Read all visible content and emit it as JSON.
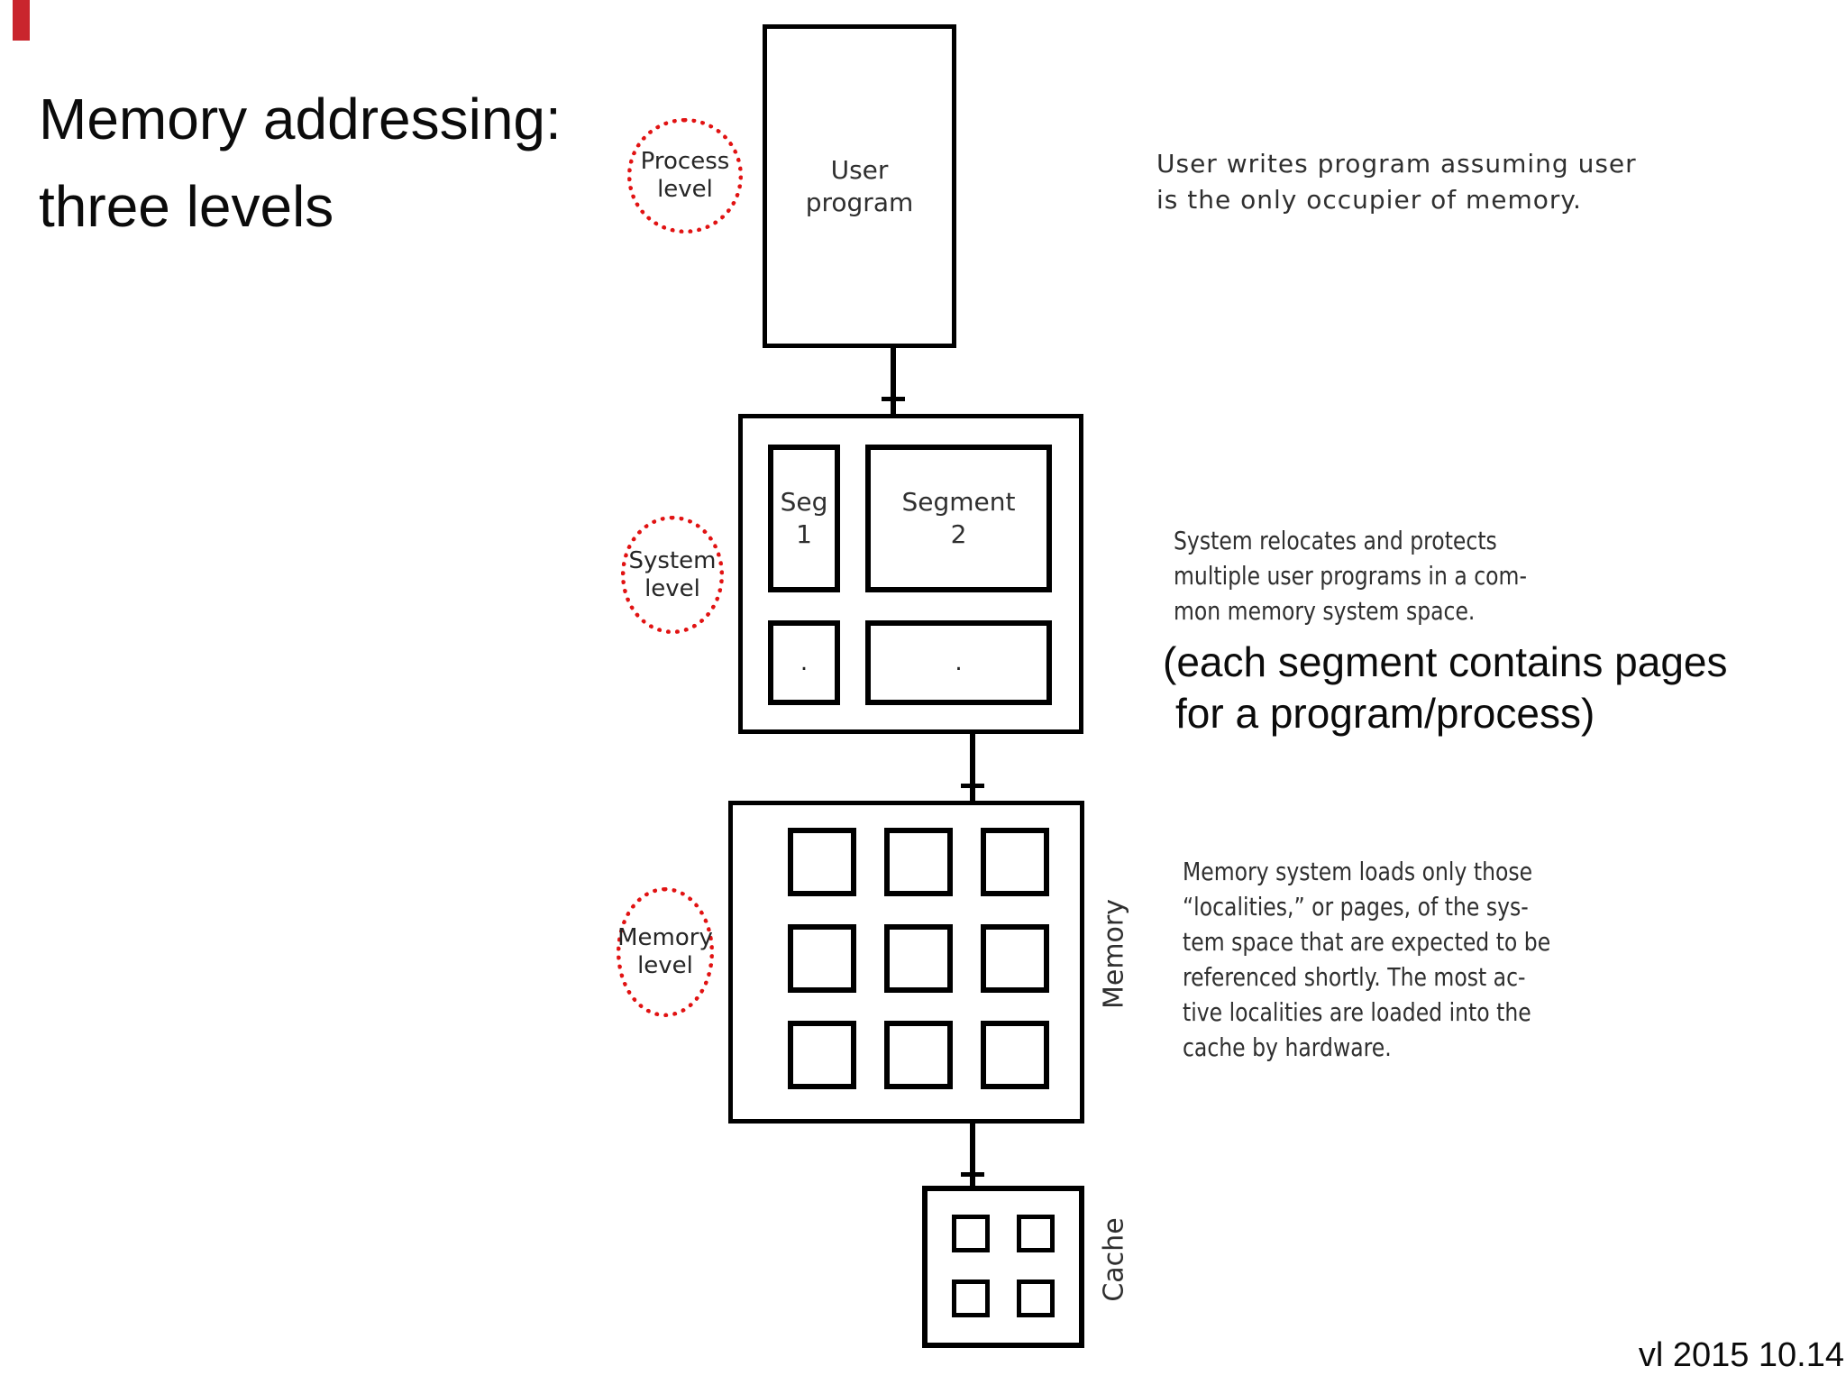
{
  "slide": {
    "title": "Memory addressing:\nthree levels",
    "annotation": [
      "(each segment contains pages",
      "for a program/process)"
    ],
    "footer": "vl 2015 10.14"
  },
  "figure": {
    "process_level": {
      "circle_label": "Process\nlevel",
      "box_label": "User\nprogram",
      "description": "User writes program assuming user\nis the only occupier of memory."
    },
    "system_level": {
      "circle_label": "System\nlevel",
      "segment1_label": "Seg\n1",
      "segment2_label": "Segment\n2",
      "ellipsis": ".",
      "description": "System relocates and protects\nmultiple user programs in a com-\nmon memory system space."
    },
    "memory_level": {
      "circle_label": "Memory\nlevel",
      "side_label": "Memory",
      "description": "Memory system loads only those\n“localities,” or pages, of the sys-\ntem space that are expected to be\nreferenced shortly.  The most ac-\ntive localities are loaded into the\ncache by hardware."
    },
    "cache": {
      "side_label": "Cache"
    }
  },
  "colors": {
    "annotation_circle_red": "#e11212",
    "corner_mark_red": "#c9252d",
    "diagram_line_black": "#000000"
  }
}
